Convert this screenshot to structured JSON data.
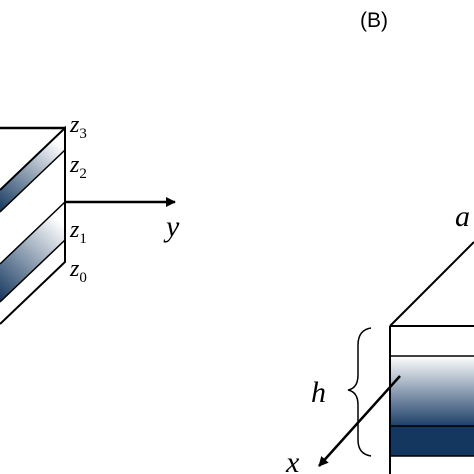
{
  "panel_b_label": "(B)",
  "panel_a": {
    "layer_labels": [
      {
        "base": "z",
        "sub": "3"
      },
      {
        "base": "z",
        "sub": "2"
      },
      {
        "base": "z",
        "sub": "1"
      },
      {
        "base": "z",
        "sub": "0"
      }
    ],
    "axis_y_label": "y"
  },
  "panel_b": {
    "side_label": "a",
    "height_label": "h",
    "axis_x_label": "x"
  },
  "colors": {
    "layer_dark": "#14375f",
    "layer_light": "#ffffff",
    "stroke": "#000000"
  }
}
